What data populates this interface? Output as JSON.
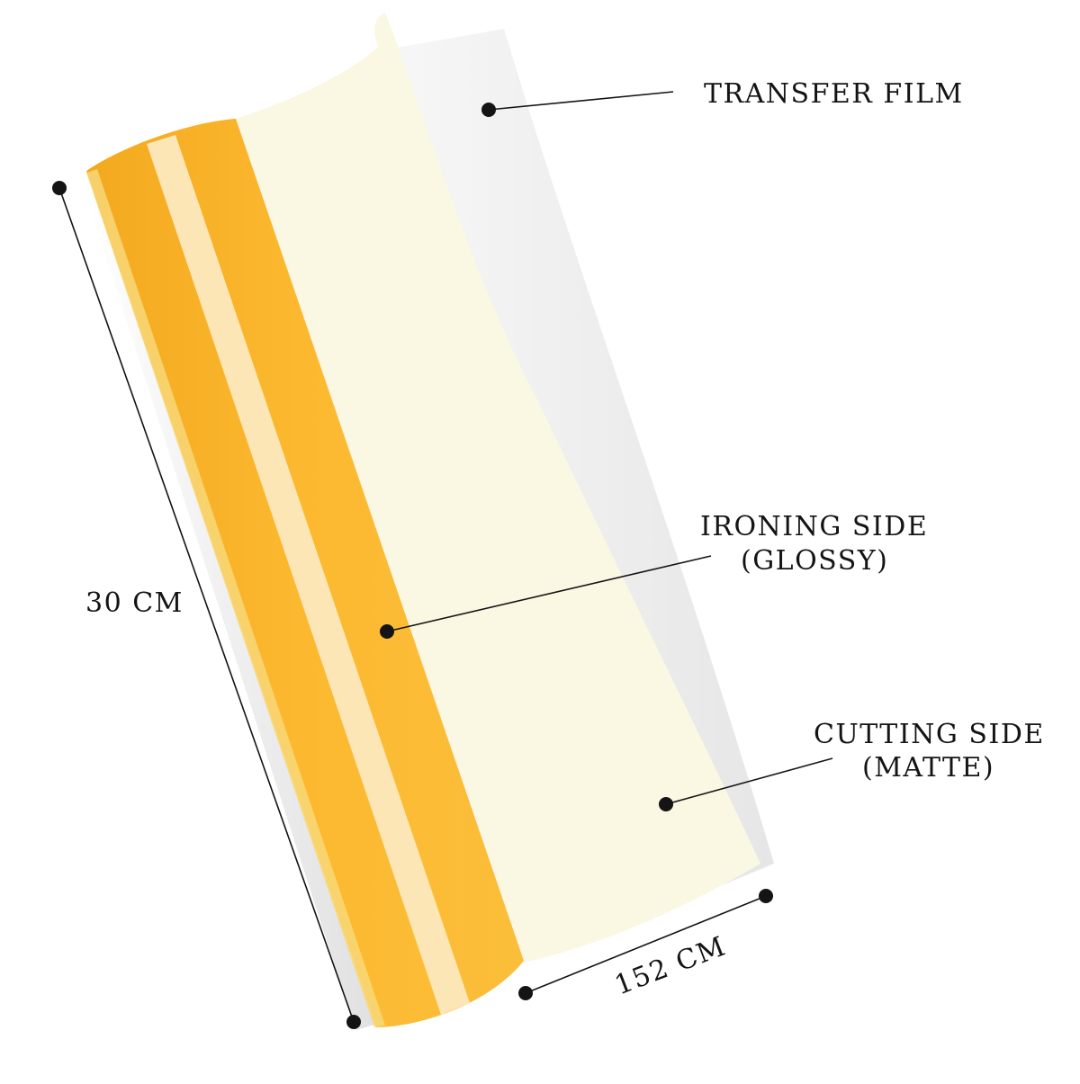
{
  "labels": {
    "transfer_film": "TRANSFER FILM",
    "ironing_side_line1": "IRONING SIDE",
    "ironing_side_line2": "(GLOSSY)",
    "cutting_side_line1": "CUTTING SIDE",
    "cutting_side_line2": "(MATTE)",
    "length": "30 CM",
    "width": "152 CM"
  },
  "colors": {
    "roll_orange": "#fcb930",
    "roll_stripe": "#fde6b5",
    "vinyl_cream": "#faf7e3",
    "transfer_film": "#eeeeee",
    "annotation": "#141414",
    "background": "#ffffff"
  }
}
